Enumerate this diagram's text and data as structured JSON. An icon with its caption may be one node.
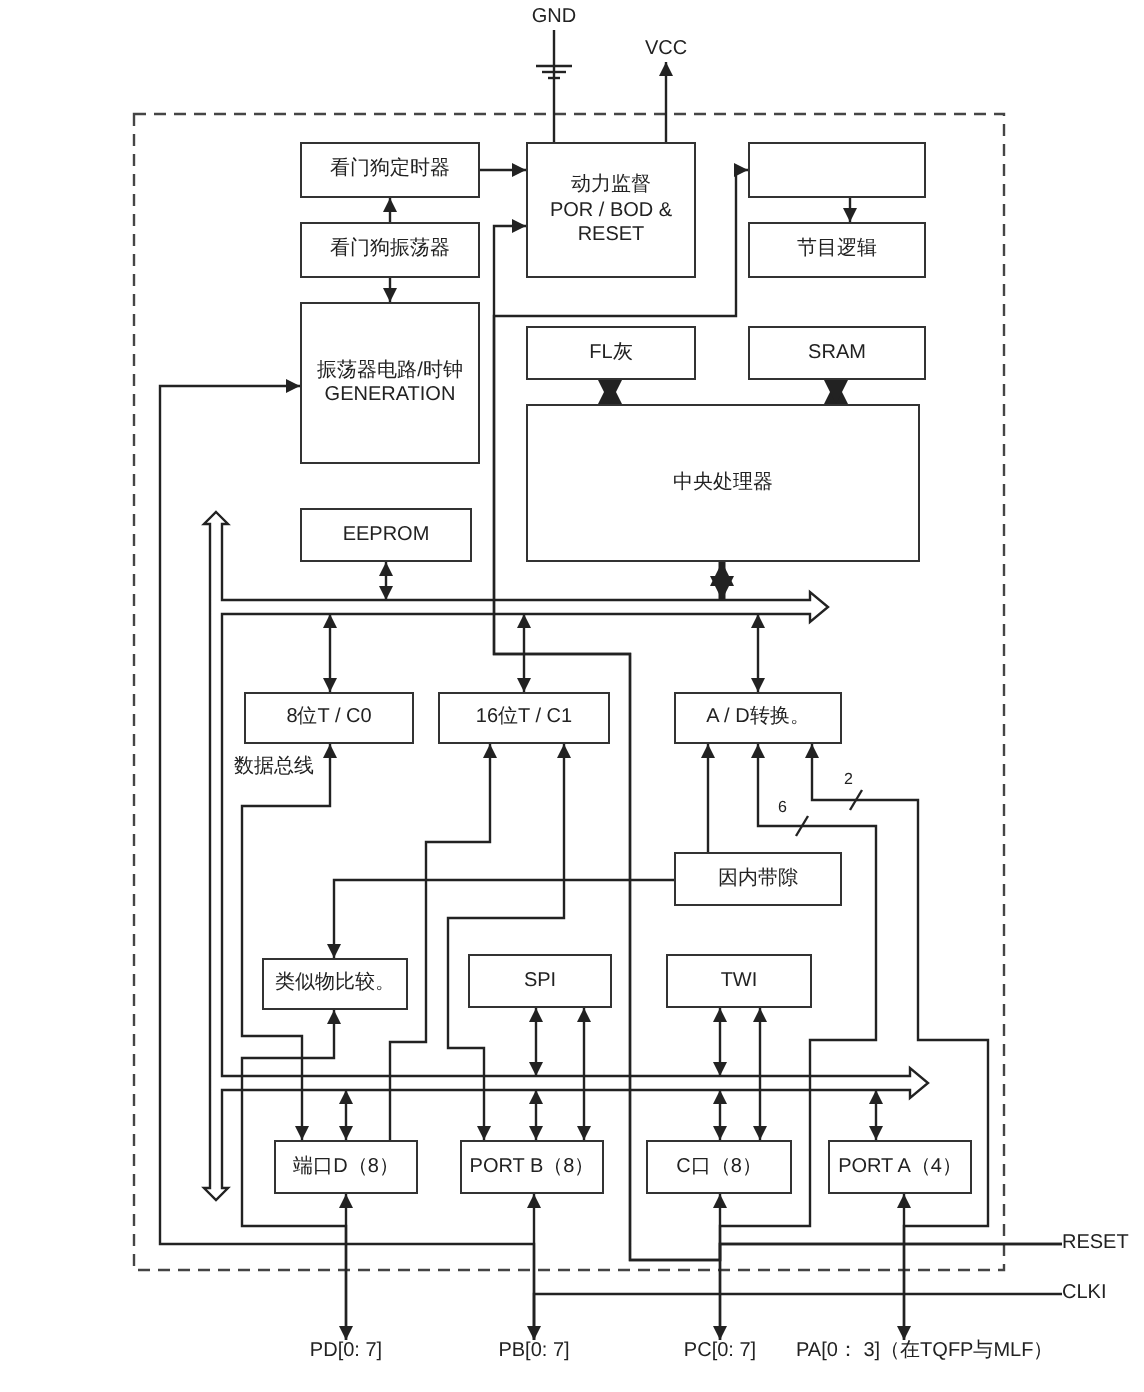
{
  "diagram": {
    "nodes": [
      {
        "text": [
          "看门狗定时器"
        ]
      },
      {
        "text": [
          "看门狗振荡器"
        ]
      },
      {
        "text": [
          "振荡器电路/时钟 GENERATION"
        ]
      },
      {
        "text": [
          "动力监督",
          "POR / BOD & RESET"
        ]
      },
      {
        "text": [],
        "shape": "box"
      },
      {
        "text": [
          "节目逻辑"
        ]
      },
      {
        "text": [
          "FL灰"
        ]
      },
      {
        "text": [
          "SRAM"
        ]
      },
      {
        "text": [
          "中央处理器"
        ]
      },
      {
        "text": [
          "EEPROM"
        ]
      },
      {
        "text": [
          "8位T / C0"
        ]
      },
      {
        "text": [
          "16位T / C1"
        ]
      },
      {
        "text": [
          "A / D转换。"
        ]
      },
      {
        "text": [
          "因内带隙"
        ]
      },
      {
        "text": [
          "类似物比较。"
        ]
      },
      {
        "text": [
          "SPI"
        ]
      },
      {
        "text": [
          "TWI"
        ]
      },
      {
        "text": [
          "端口D（8）"
        ]
      },
      {
        "text": [
          "PORT B（8）"
        ]
      },
      {
        "text": [
          "C口（8）"
        ]
      },
      {
        "text": [
          "PORT A（4）"
        ]
      },
      {
        "text": [
          "GND"
        ]
      },
      {
        "text": [
          "VCC"
        ]
      },
      {
        "text": [
          "RESET"
        ]
      },
      {
        "text": [
          "CLKI"
        ]
      },
      {
        "text": [
          "PD[0: 7]"
        ]
      },
      {
        "text": [
          "PB[0: 7]"
        ]
      },
      {
        "text": [
          "PC[0: 7]"
        ]
      },
      {
        "text": [
          "PA[0： 3]（在TQFP与MLF）"
        ]
      }
    ],
    "edges": [
      {
        "from": 0,
        "to": 3,
        "arrow": "to"
      },
      {
        "from": 1,
        "to": 0,
        "arrow": "to"
      },
      {
        "from": 1,
        "to": 2,
        "arrow": "to"
      },
      {
        "from": 4,
        "to": 5,
        "arrow": "to"
      },
      {
        "from": 23,
        "to": 3,
        "arrow": "to"
      },
      {
        "from": 23,
        "to": 4,
        "arrow": "to"
      },
      {
        "from": 26,
        "to": 2,
        "arrow": "to"
      },
      {
        "from": 24,
        "to": 26,
        "arrow": "none"
      },
      {
        "from": 6,
        "to": 8,
        "arrow": "both",
        "style": "thick"
      },
      {
        "from": 7,
        "to": 8,
        "arrow": "both",
        "style": "thick"
      },
      {
        "from": 8,
        "to": null,
        "arrow": "both",
        "style": "thick"
      },
      {
        "from": 9,
        "to": null,
        "arrow": "both"
      },
      {
        "from": 10,
        "to": null,
        "arrow": "both"
      },
      {
        "from": 11,
        "to": null,
        "arrow": "both"
      },
      {
        "from": 12,
        "to": null,
        "arrow": "both"
      },
      {
        "from": 15,
        "to": null,
        "arrow": "both"
      },
      {
        "from": 16,
        "to": null,
        "arrow": "both"
      },
      {
        "from": 17,
        "to": null,
        "arrow": "both"
      },
      {
        "from": 18,
        "to": null,
        "arrow": "both"
      },
      {
        "from": 19,
        "to": null,
        "arrow": "both"
      },
      {
        "from": 20,
        "to": null,
        "arrow": "both"
      },
      {
        "from": 15,
        "to": 18,
        "arrow": "both"
      },
      {
        "from": 16,
        "to": 19,
        "arrow": "both"
      },
      {
        "from": 13,
        "to": 12,
        "arrow": "to"
      },
      {
        "from": 13,
        "to": 14,
        "arrow": "to"
      },
      {
        "from": 27,
        "to": 12,
        "arrow": "to"
      },
      {
        "from": 28,
        "to": 12,
        "arrow": "to"
      },
      {
        "from": 17,
        "to": 10,
        "arrow": "both"
      },
      {
        "from": 17,
        "to": 11,
        "arrow": "to"
      },
      {
        "from": 18,
        "to": 11,
        "arrow": "both"
      },
      {
        "from": 25,
        "to": 14,
        "arrow": "to"
      },
      {
        "from": 17,
        "to": 25,
        "arrow": "both"
      },
      {
        "from": 18,
        "to": 26,
        "arrow": "both"
      },
      {
        "from": 19,
        "to": 27,
        "arrow": "both"
      },
      {
        "from": 20,
        "to": 28,
        "arrow": "both"
      },
      {
        "from": 21,
        "to": 3,
        "arrow": "none"
      },
      {
        "from": 3,
        "to": 22,
        "arrow": "to"
      }
    ],
    "labels": [
      "数据总线",
      "6",
      "2"
    ]
  }
}
